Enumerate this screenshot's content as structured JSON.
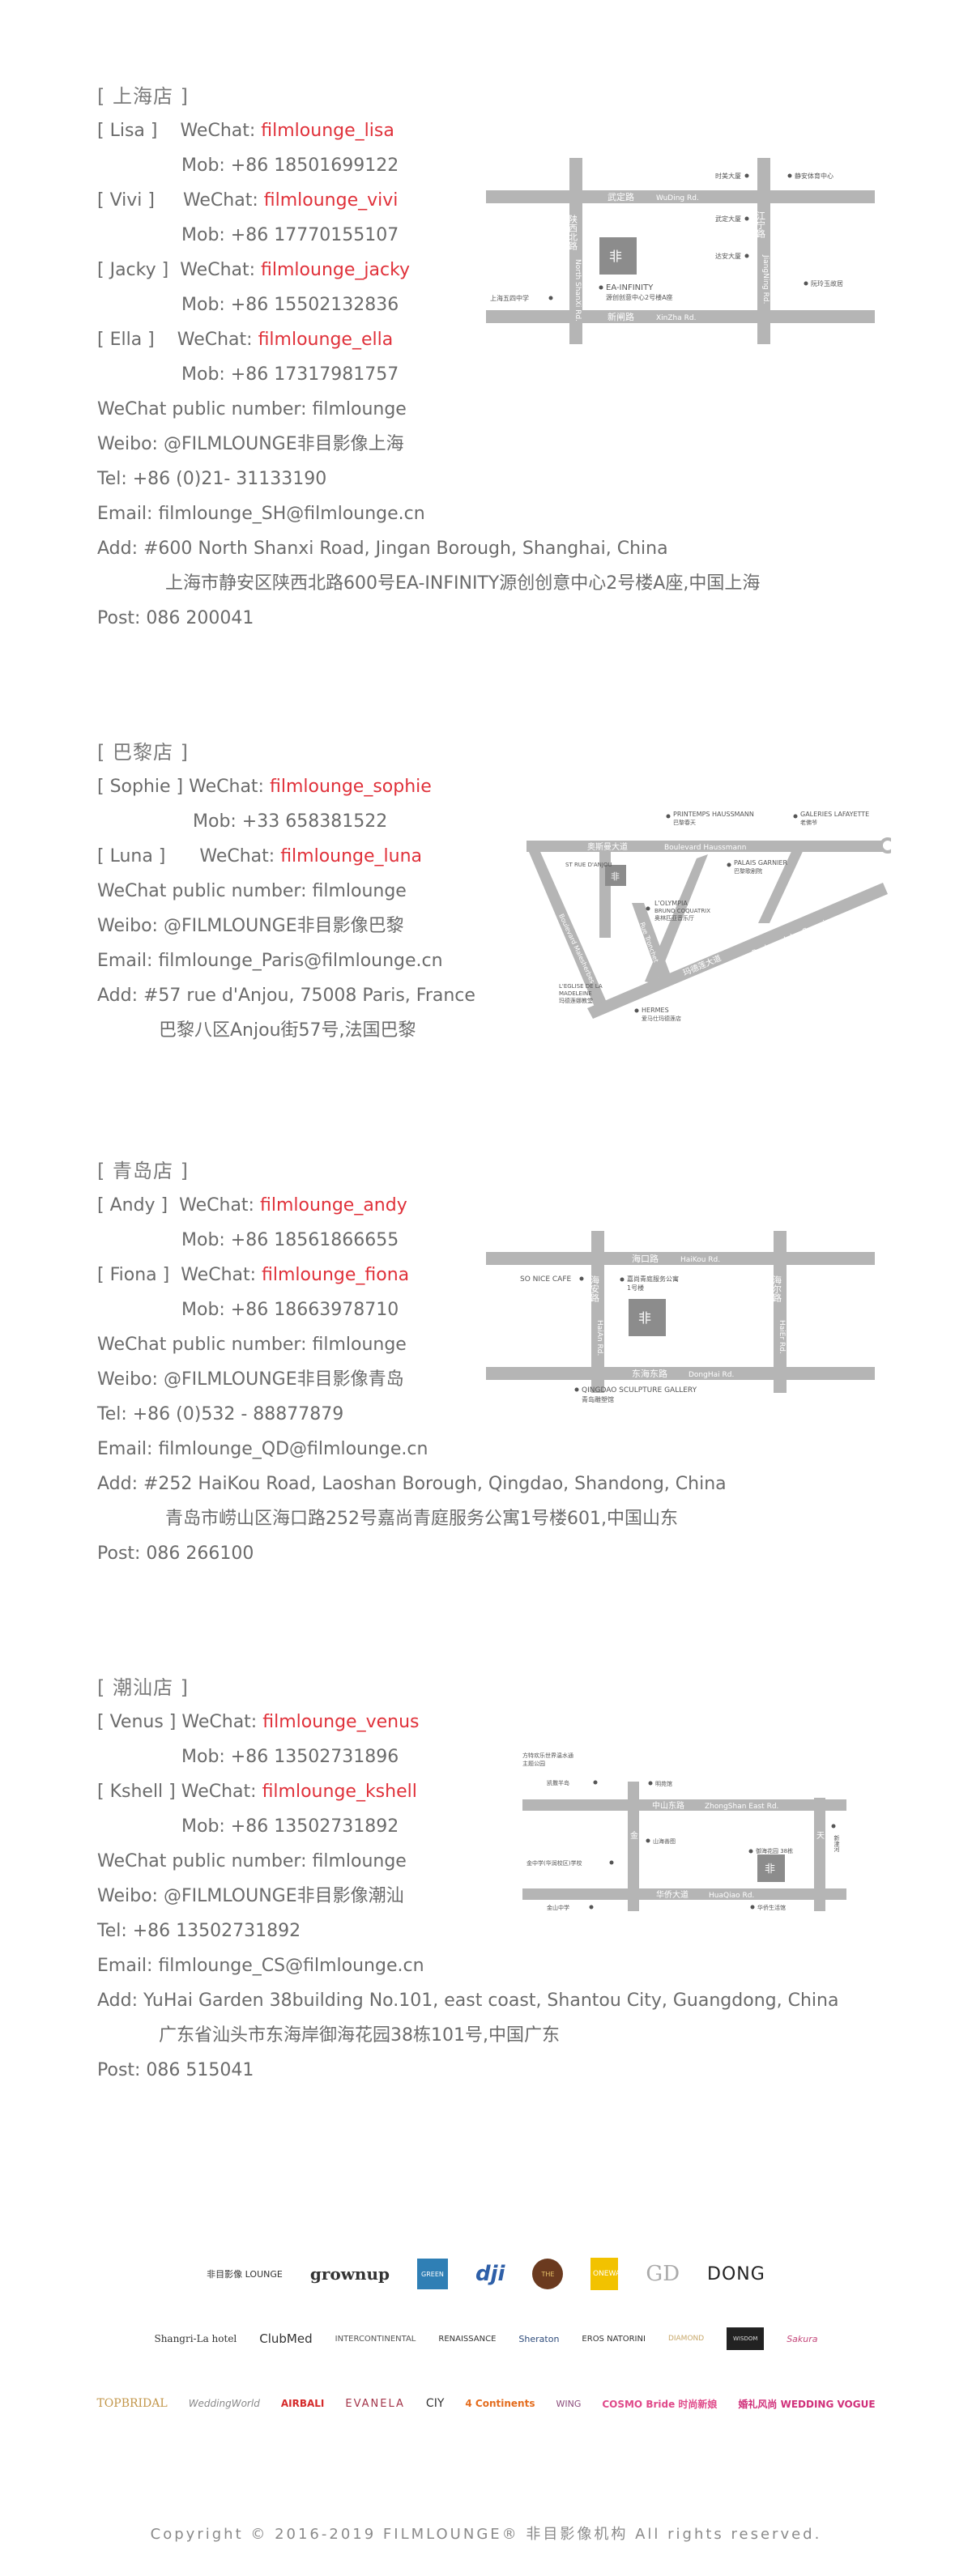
{
  "shanghai": {
    "title": "[ 上海店 ]",
    "contacts": [
      {
        "name": "[ Lisa ]",
        "wechat_label": "WeChat: ",
        "wechat": "filmlounge_lisa",
        "mob": "Mob: +86 18501699122"
      },
      {
        "name": "[ Vivi ]",
        "wechat_label": "WeChat: ",
        "wechat": "filmlounge_vivi",
        "mob": "Mob: +86 17770155107"
      },
      {
        "name": "[ Jacky ]",
        "wechat_label": "WeChat: ",
        "wechat": "filmlounge_jacky",
        "mob": "Mob: +86 15502132836"
      },
      {
        "name": "[ Ella ]",
        "wechat_label": "WeChat: ",
        "wechat": "filmlounge_ella",
        "mob": "Mob: +86 17317981757"
      }
    ],
    "public": "WeChat public number: filmlounge",
    "weibo": "Weibo: @FILMLOUNGE非目影像上海",
    "tel": "Tel: +86 (0)21- 31133190",
    "email": "Email: filmlounge_SH@filmlounge.cn",
    "add": "Add: #600 North Shanxi Road, Jingan Borough, Shanghai, China",
    "add_cn": "上海市静安区陕西北路600号EA-INFINITY源创创意中心2号楼A座,中国上海",
    "post": "Post: 086 200041",
    "map": {
      "road_h1_cn": "武定路",
      "road_h1_en": "WuDing Rd.",
      "road_h2_cn": "新闸路",
      "road_h2_en": "XinZha Rd.",
      "road_v1_cn": "陕西北路",
      "road_v1_en": "North ShanXi Rd.",
      "road_v2_cn": "江宁路",
      "road_v2_en": "JiangNing Rd.",
      "poi1": "时美大厦",
      "poi2": "静安体育中心",
      "poi3": "武定大厦",
      "poi4": "达安大厦",
      "poi5": "阮玲玉故居",
      "poi6": "上海五四中学",
      "poi7": "EA-INFINITY",
      "poi7_cn": "源创创意中心2号楼A座"
    }
  },
  "paris": {
    "title": "[ 巴黎店 ]",
    "contacts": [
      {
        "name": "[ Sophie ]",
        "wechat_label": "WeChat: ",
        "wechat": "filmlounge_sophie",
        "mob": "Mob: +33 658381522"
      },
      {
        "name": "[ Luna ]",
        "wechat_label": "WeChat: ",
        "wechat": "filmlounge_luna"
      }
    ],
    "public": "WeChat public number: filmlounge",
    "weibo": "Weibo: @FILMLOUNGE非目影像巴黎",
    "email": "Email: filmlounge_Paris@filmlounge.cn",
    "add": "Add: #57 rue d'Anjou, 75008 Paris, France",
    "add_cn": "巴黎八区Anjou街57号,法国巴黎",
    "map": {
      "poi1": "PRINTEMPS HAUSSMANN",
      "poi1_cn": "巴黎春天",
      "poi2": "GALERIES LAFAYETTE",
      "poi2_cn": "老佛爷",
      "road1_cn": "奥斯曼大道",
      "road1_en": "Boulevard Haussmann",
      "poi3": "PALAIS GARNIER",
      "poi3_cn": "巴黎歌剧院",
      "poi4": "ST RUE D'ANJOU",
      "poi5": "L'OLYMPIA",
      "poi5_en": "BRUNO COQUATRIX",
      "poi5_cn": "奥林匹亚音乐厅",
      "poi6": "L'EGLISE DE LA",
      "poi6_en": "MADELEINE",
      "poi6_cn": "玛德莲娜教堂",
      "poi7": "HERMES",
      "poi7_cn": "爱马仕玛德莲店",
      "road2_cn": "玛德莲大道",
      "road2_en": "Boulevard des Capucines",
      "road3_en": "Boulevard Malesherbes",
      "road4_en": "Rue Tronchet"
    }
  },
  "qingdao": {
    "title": "[ 青岛店 ]",
    "contacts": [
      {
        "name": "[ Andy ]",
        "wechat_label": "WeChat: ",
        "wechat": "filmlounge_andy",
        "mob": "Mob: +86 18561866655"
      },
      {
        "name": "[ Fiona ]",
        "wechat_label": "WeChat: ",
        "wechat": "filmlounge_fiona",
        "mob": "Mob: +86 18663978710"
      }
    ],
    "public": "WeChat public number: filmlounge",
    "weibo": "Weibo: @FILMLOUNGE非目影像青岛",
    "tel": "Tel: +86 (0)532 - 88877879",
    "email": "Email: filmlounge_QD@filmlounge.cn",
    "add": "Add: #252 HaiKou Road, Laoshan Borough, Qingdao, Shandong, China",
    "add_cn": "青岛市崂山区海口路252号嘉尚青庭服务公寓1号楼601,中国山东",
    "post": "Post: 086 266100",
    "map": {
      "road_h1_cn": "海口路",
      "road_h1_en": "HaiKou Rd.",
      "road_h2_cn": "东海东路",
      "road_h2_en": "DongHai Rd.",
      "road_v1_cn": "海安路",
      "road_v1_en": "HaiAn Rd.",
      "road_v2_cn": "海尔路",
      "road_v2_en": "HaiEr Rd.",
      "poi1": "SO NICE CAFE",
      "poi2": "嘉尚青庭服务公寓",
      "poi2_b": "1号楼",
      "poi3": "QINGDAO SCULPTURE GALLERY",
      "poi3_cn": "青岛雕塑馆"
    }
  },
  "shantou": {
    "title": "[ 潮汕店 ]",
    "contacts": [
      {
        "name": "[ Venus ]",
        "wechat_label": "WeChat: ",
        "wechat": "filmlounge_venus",
        "mob": "Mob: +86 13502731896"
      },
      {
        "name": "[ Kshell ]",
        "wechat_label": "WeChat: ",
        "wechat": "filmlounge_kshell",
        "mob": "Mob: +86 13502731892"
      }
    ],
    "public": "WeChat public number: filmlounge",
    "weibo": "Weibo: @FILMLOUNGE非目影像潮汕",
    "tel": "Tel: +86 13502731892",
    "email": "Email: filmlounge_CS@filmlounge.cn",
    "add": "Add: YuHai Garden 38building No.101, east coast, Shantou City, Guangdong, China",
    "add_cn": "广东省汕头市东海岸御海花园38栋101号,中国广东",
    "post": "Post: 086 515041",
    "map": {
      "road_h1_cn": "中山东路",
      "road_h1_en": "ZhongShan East Rd.",
      "road_h2_cn": "华侨大道",
      "road_h2_en": "HuaQiao Rd.",
      "road_v1_cn": "金",
      "road_v2_cn": "天",
      "poi1": "方特欢乐世界温水通",
      "poi1_b": "主题公园",
      "poi2": "凯撒半岛",
      "poi3": "明苑馆",
      "poi4": "山海善图",
      "poi5": "金中学(华润校区)学校",
      "poi6": "御海花园 38栋",
      "poi7": "金山中学",
      "poi8": "华侨生活馆",
      "poi9": "新津河"
    }
  },
  "logos": {
    "row1": [
      "非目影像 LOUNGE",
      "grownup",
      "GREEN",
      "dji",
      "THE",
      "O ONEWAY",
      "GD",
      "DONG"
    ],
    "row2": [
      "Shangri-La hotel",
      "ClubMed",
      "INTERCONTINENTAL",
      "RENAISSANCE",
      "Sheraton",
      "EROS NATORINI",
      "DIAMOND",
      "WISDOM",
      "Sakura"
    ],
    "row3": [
      "TOPBRIDAL",
      "WeddingWorld",
      "AIRBALI",
      "EVANELA",
      "CIY",
      "4 Continents",
      "WING",
      "COSMO Bride 时尚新娘",
      "婚礼风尚 WEDDING VOGUE"
    ]
  },
  "copyright": "Copyright © 2016-2019 FILMLOUNGE® 非目影像机构 All rights reserved.",
  "colors": {
    "text": "#6b6b6b",
    "accent": "#e0313a",
    "road": "#b5b5b5",
    "building": "#8c8c8c"
  }
}
